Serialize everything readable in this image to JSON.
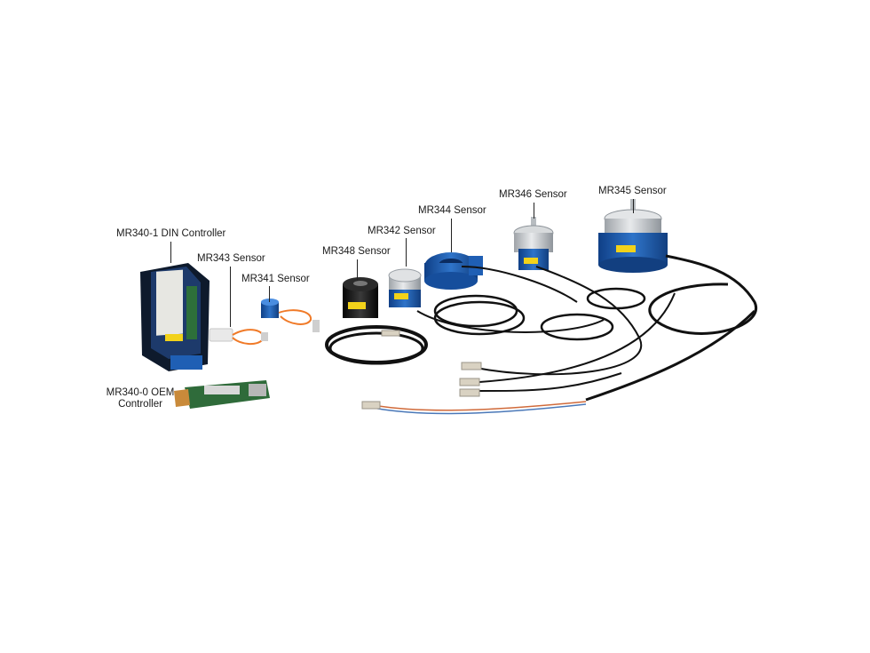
{
  "labels": {
    "din_controller": "MR340-1 DIN Controller",
    "mr343": "MR343 Sensor",
    "mr341": "MR341 Sensor",
    "mr348": "MR348 Sensor",
    "mr342": "MR342 Sensor",
    "mr344": "MR344 Sensor",
    "mr346": "MR346 Sensor",
    "mr345": "MR345 Sensor",
    "oem_controller_line1": "MR340-0 OEM",
    "oem_controller_line2": "Controller"
  },
  "colors": {
    "background": "#ffffff",
    "sensor_blue": "#1f5fb4",
    "cable_black": "#111111",
    "cable_orange": "#f07a28",
    "label_yellow": "#f2d21a",
    "aluminum": "#c9ccd0",
    "pcb_green": "#2f6b3a"
  }
}
